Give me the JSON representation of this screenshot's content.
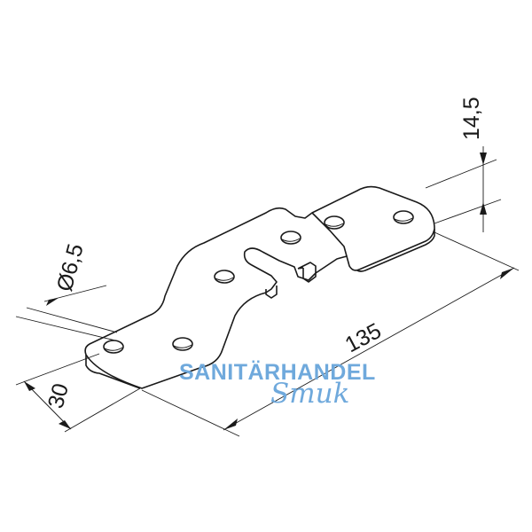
{
  "dimensions": {
    "hole_diameter": "Ø6,5",
    "width": "30",
    "length": "135",
    "offset": "14,5"
  },
  "watermark": {
    "line1": "SANITÄRHANDEL",
    "line2": "Smuk",
    "color": "#6fa9dc"
  }
}
